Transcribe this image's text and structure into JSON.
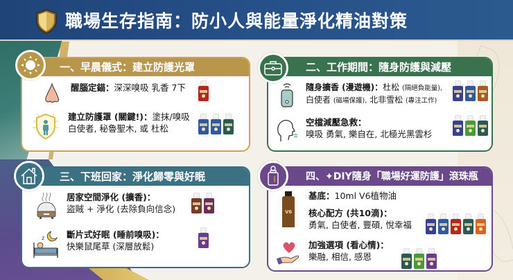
{
  "header": {
    "title": "職場生存指南：防小人與能量淨化精油對策",
    "icon": "shield-icon",
    "bg_color": "#265088"
  },
  "sections": [
    {
      "title": "一、早晨儀式：建立防護光罩",
      "icon": "sun-icon",
      "color": "#b9974a",
      "items": [
        {
          "icon": "nose-icon",
          "label": "醒腦定錨：",
          "text": "深深嗅吸 乳香 7下",
          "bottles": [
            "#b5261e"
          ]
        },
        {
          "icon": "protective-shield-person-icon",
          "label": "建立防護罩 (關鍵!)：",
          "text": "塗抹/嗅吸",
          "line2": "白使者, 秘魯聖木, 或 杜松",
          "bottles": [
            "#2f5aa0",
            "#2f5aa0",
            "#2c5a52"
          ]
        }
      ]
    },
    {
      "title": "二、工作期間：隨身防護與減壓",
      "icon": "briefcase-icon",
      "color": "#3a7250",
      "items": [
        {
          "icon": "diffuser-device-icon",
          "label": "隨身擴香 (漫遊機)：",
          "text": "杜松",
          "note1": "(隔絕負能量),",
          "line2a": "白使者",
          "note2": "(磁場保護),",
          "line2b": "北非雪松",
          "note3": "(專注工作)",
          "bottles": [
            "#3a3f8f",
            "#2f5aa0",
            "#a65a28"
          ]
        },
        {
          "icon": "breathing-head-icon",
          "label": "空檔減壓急救：",
          "line2": "嗅吸 勇氣, 樂自在, 北極光黑雲杉",
          "bottles": [
            "#3a3f8f",
            "#4a9a3a",
            "#2c5a52"
          ]
        }
      ]
    },
    {
      "title": "三、下班回家：淨化歸零與好眠",
      "icon": "house-icon",
      "color": "#3c7083",
      "items": [
        {
          "icon": "aroma-diffuser-icon",
          "label": "居家空間淨化 (擴香)：",
          "line2": "盜賊 + 淨化 (去除負向信念)",
          "bottles": [
            "#7a3a2a",
            "#6b2e5a"
          ]
        },
        {
          "icon": "sleeping-person-icon",
          "label": "斷片式好眠 (睡前嗅吸)：",
          "line2": "快樂鼠尾草 (深層放鬆)",
          "bottles": [
            "#6a3a8f"
          ]
        }
      ]
    },
    {
      "title": "四、✦DIY隨身「職場好運防護」滾珠瓶",
      "icon": "roller-bottle-icon",
      "color": "#6a4889",
      "items": [
        {
          "icon": "v6-oil-bottle-icon",
          "label": "基底：",
          "text": "10ml V6植物油"
        },
        {
          "label": "核心配方 (共10滴)：",
          "line2": "勇氣, 白使者, 豐碩, 悅幸福",
          "bottles": [
            "#3a3f8f",
            "#2f5aa0",
            "#b5261e",
            "#2c5a52",
            "#d8641e"
          ]
        },
        {
          "icon": "heart-hand-icon",
          "label": "加強選項 (看心情)：",
          "line2": "樂融, 相信, 感恩",
          "bottles": [
            "#2c5a52",
            "#4a9a3a",
            "#6a3a8f"
          ]
        }
      ]
    }
  ]
}
